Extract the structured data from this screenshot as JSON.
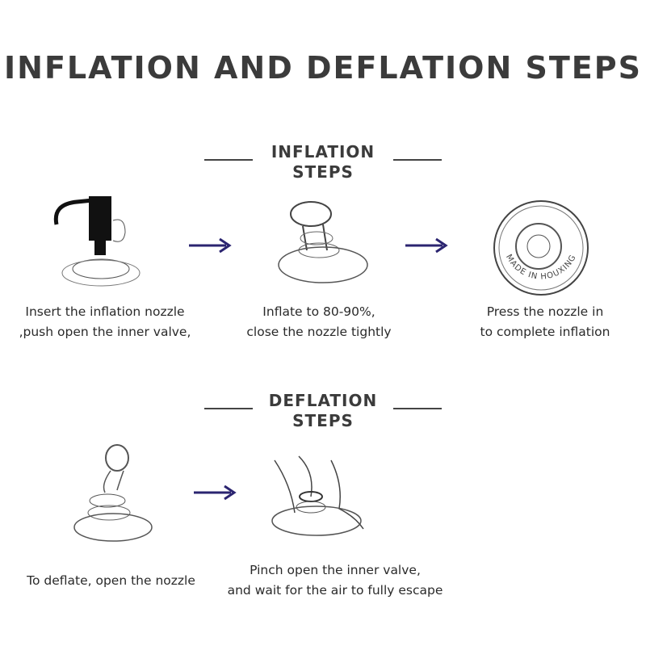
{
  "title": "INFLATION AND DEFLATION STEPS",
  "inflation": {
    "heading_line1": "INFLATION",
    "heading_line2": "STEPS",
    "steps": [
      {
        "line1": "Insert the inflation nozzle",
        "line2": ",push open the inner valve,"
      },
      {
        "line1": "Inflate to 80-90%,",
        "line2": "close the nozzle tightly"
      },
      {
        "line1": "Press the nozzle in",
        "line2": "to complete inflation"
      }
    ]
  },
  "deflation": {
    "heading_line1": "DEFLATION",
    "heading_line2": "STEPS",
    "steps": [
      {
        "line1": "To deflate, open the nozzle"
      },
      {
        "line1": "Pinch open the inner valve,",
        "line2": "and wait for the air to fully escape"
      }
    ]
  },
  "valve_marking": "MADE IN HOUXING",
  "colors": {
    "arrow": "#2b2470",
    "text": "#3b3b3b"
  }
}
